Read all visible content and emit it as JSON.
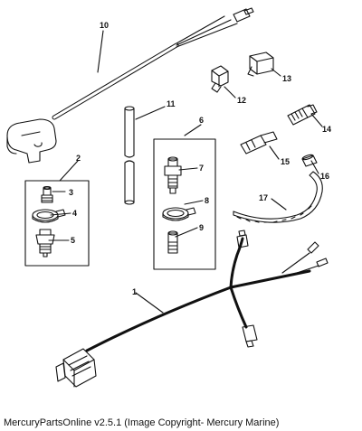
{
  "caption": "MercuryPartsOnline v2.5.1 (Image Copyright- Mercury Marine)",
  "callouts": {
    "c1": "1",
    "c2": "2",
    "c3": "3",
    "c4": "4",
    "c5": "5",
    "c6": "6",
    "c7": "7",
    "c8": "8",
    "c9": "9",
    "c10": "10",
    "c11": "11",
    "c12": "12",
    "c13": "13",
    "c14": "14",
    "c15": "15",
    "c16": "16",
    "c17": "17"
  }
}
